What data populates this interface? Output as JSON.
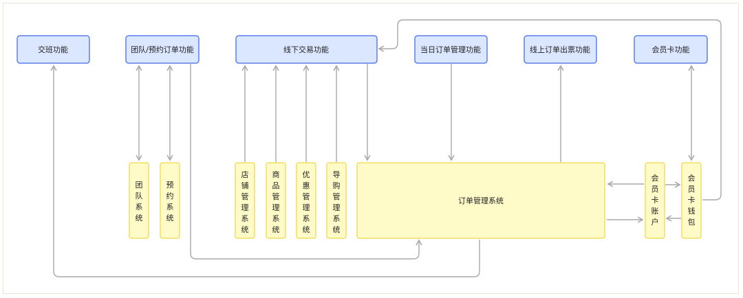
{
  "modules": {
    "shift": "交班功能",
    "group_booking": "团队/预约订单功能",
    "offline": "线下交易功能",
    "daily_orders": "当日订单管理功能",
    "online_ticket": "线上订单出票功能",
    "member_card": "会员卡功能"
  },
  "systems": {
    "team": [
      "团",
      "队",
      "系",
      "统"
    ],
    "booking": [
      "预",
      "约",
      "系",
      "统"
    ],
    "store": [
      "店",
      "铺",
      "管",
      "理",
      "系",
      "统"
    ],
    "goods": [
      "商",
      "品",
      "管",
      "理",
      "系",
      "统"
    ],
    "discount": [
      "优",
      "惠",
      "管",
      "理",
      "系",
      "统"
    ],
    "guide": [
      "导",
      "购",
      "管",
      "理",
      "系",
      "统"
    ],
    "order_mgmt": "订单管理系统",
    "member_account": [
      "会",
      "员",
      "卡",
      "账",
      "户"
    ],
    "member_wallet": [
      "会",
      "员",
      "卡",
      "钱",
      "包"
    ]
  },
  "colors": {
    "module_fill": "#dbe6ff",
    "module_stroke": "#5c7ff0",
    "system_fill": "#fffbc8",
    "system_stroke": "#f2dd61",
    "connector": "#a8a8a8"
  }
}
